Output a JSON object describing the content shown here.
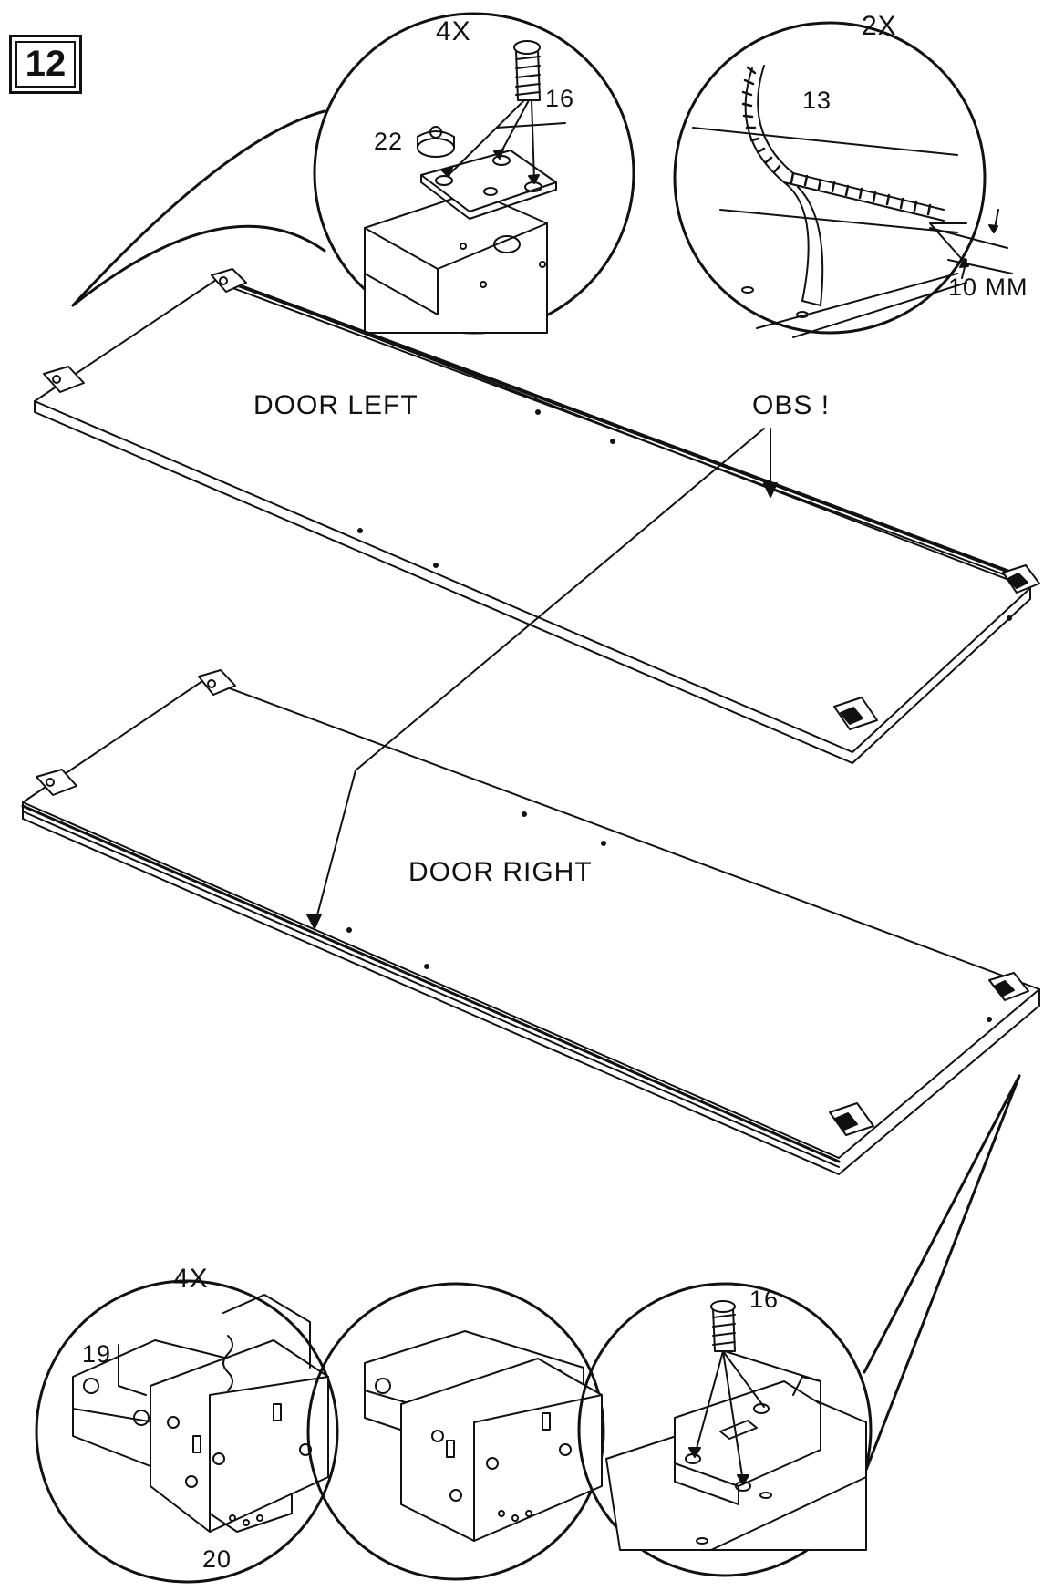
{
  "step": {
    "number": "12"
  },
  "callouts": {
    "top_left_qty": "4X",
    "top_right_qty": "2X",
    "bottom_qty": "4X"
  },
  "parts": {
    "screw": "16",
    "screw_bottom": "16",
    "hinge_plate": "22",
    "brush_strip": "13",
    "hinge_part_a": "19",
    "hinge_part_b": "20"
  },
  "dimensions": {
    "offset": "10 MM"
  },
  "panels": {
    "door_left": "DOOR LEFT",
    "door_right": "DOOR RIGHT"
  },
  "notes": {
    "obs": "OBS !"
  }
}
